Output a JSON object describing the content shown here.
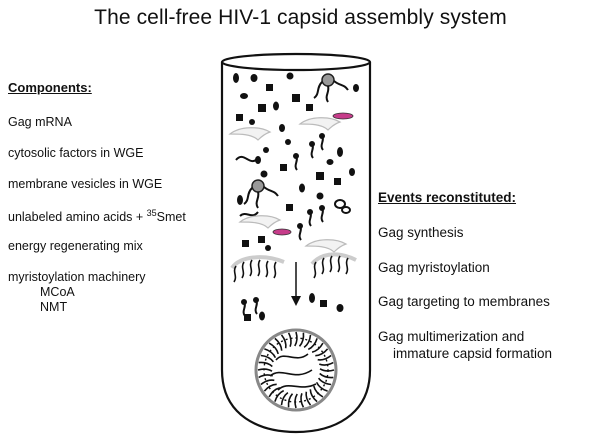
{
  "title": "The cell-free HIV-1 capsid assembly system",
  "components": {
    "heading": "Components:",
    "items": [
      "Gag mRNA",
      "cytosolic factors in WGE",
      "membrane vesicles in WGE",
      "unlabeled amino acids + ",
      "energy regenerating mix",
      "myristoylation machinery"
    ],
    "isotope_mass": "35",
    "isotope_label": "Smet",
    "sub_items": [
      "MCoA",
      "NMT"
    ]
  },
  "events": {
    "heading": "Events reconstituted:",
    "items": [
      "Gag synthesis",
      "Gag myristoylation",
      "Gag targeting to membranes",
      "Gag multimerization and",
      "immature capsid formation"
    ]
  }
}
